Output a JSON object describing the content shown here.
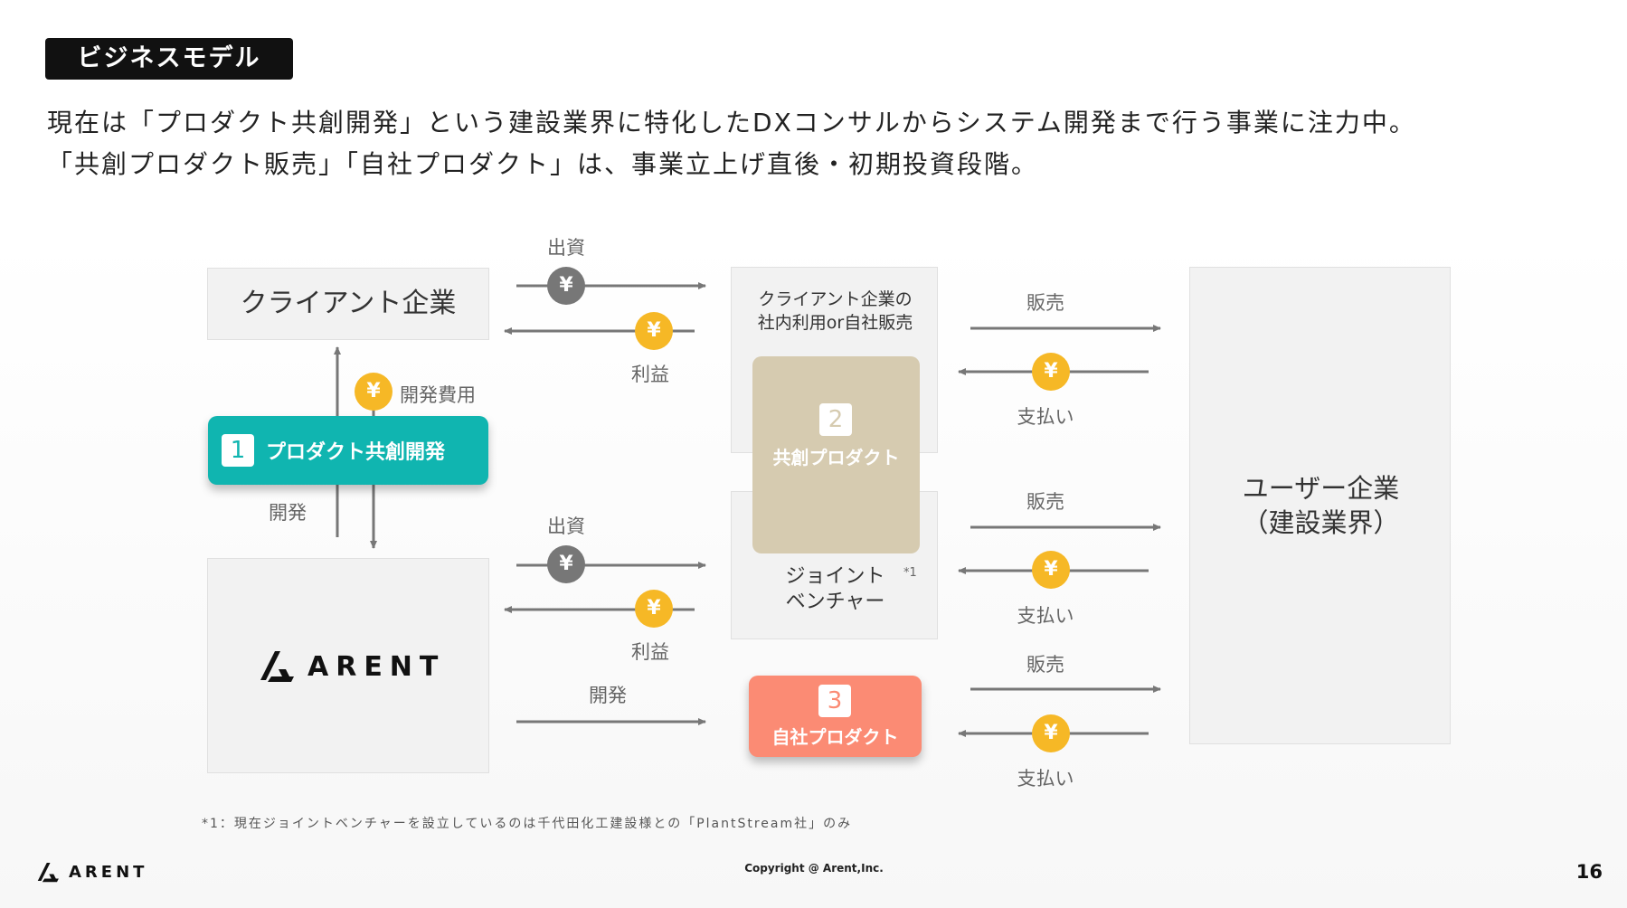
{
  "header": {
    "badge": "ビジネスモデル",
    "line1": "現在は「プロダクト共創開発」という建設業界に特化したDXコンサルからシステム開発まで行う事業に注力中。",
    "line2": "「共創プロダクト販売」「自社プロダクト」は、事業立上げ直後・初期投資段階。"
  },
  "diagram": {
    "client_company": "クライアント企業",
    "client_internal_line1": "クライアント企業の",
    "client_internal_line2": "社内利用or自社販売",
    "user_company_line1": "ユーザー企業",
    "user_company_line2": "（建設業界）",
    "jv_line1": "ジョイント",
    "jv_line2": "ベンチャー",
    "jv_note_mark": "*1",
    "card1": {
      "num": "1",
      "label": "プロダクト共創開発",
      "color": "#10b5b0"
    },
    "card2": {
      "num": "2",
      "label": "共創プロダクト",
      "color": "#d6cbb0"
    },
    "card3": {
      "num": "3",
      "label": "自社プロダクト",
      "color": "#fb8b74"
    },
    "labels": {
      "investment_top": "出資",
      "profit_top": "利益",
      "dev_cost": "開発費用",
      "dev_left": "開発",
      "investment_mid": "出資",
      "profit_mid": "利益",
      "dev_bottom": "開発",
      "sale1": "販売",
      "payment1": "支払い",
      "sale2": "販売",
      "payment2": "支払い",
      "sale3": "販売",
      "payment3": "支払い"
    },
    "coin_symbol": "¥",
    "logo_text": "ARENT"
  },
  "footer": {
    "note": "*1：現在ジョイントベンチャーを設立しているのは千代田化工建設様との「PlantStream社」のみ",
    "logo_text": "ARENT",
    "copyright": "Copyright @ Arent,Inc.",
    "page_number": "16"
  },
  "colors": {
    "teal": "#10b5b0",
    "beige": "#d6cbb0",
    "salmon": "#fb8b74",
    "coin_gold": "#f6b826",
    "coin_gray": "#777777",
    "arrow": "#777777"
  }
}
